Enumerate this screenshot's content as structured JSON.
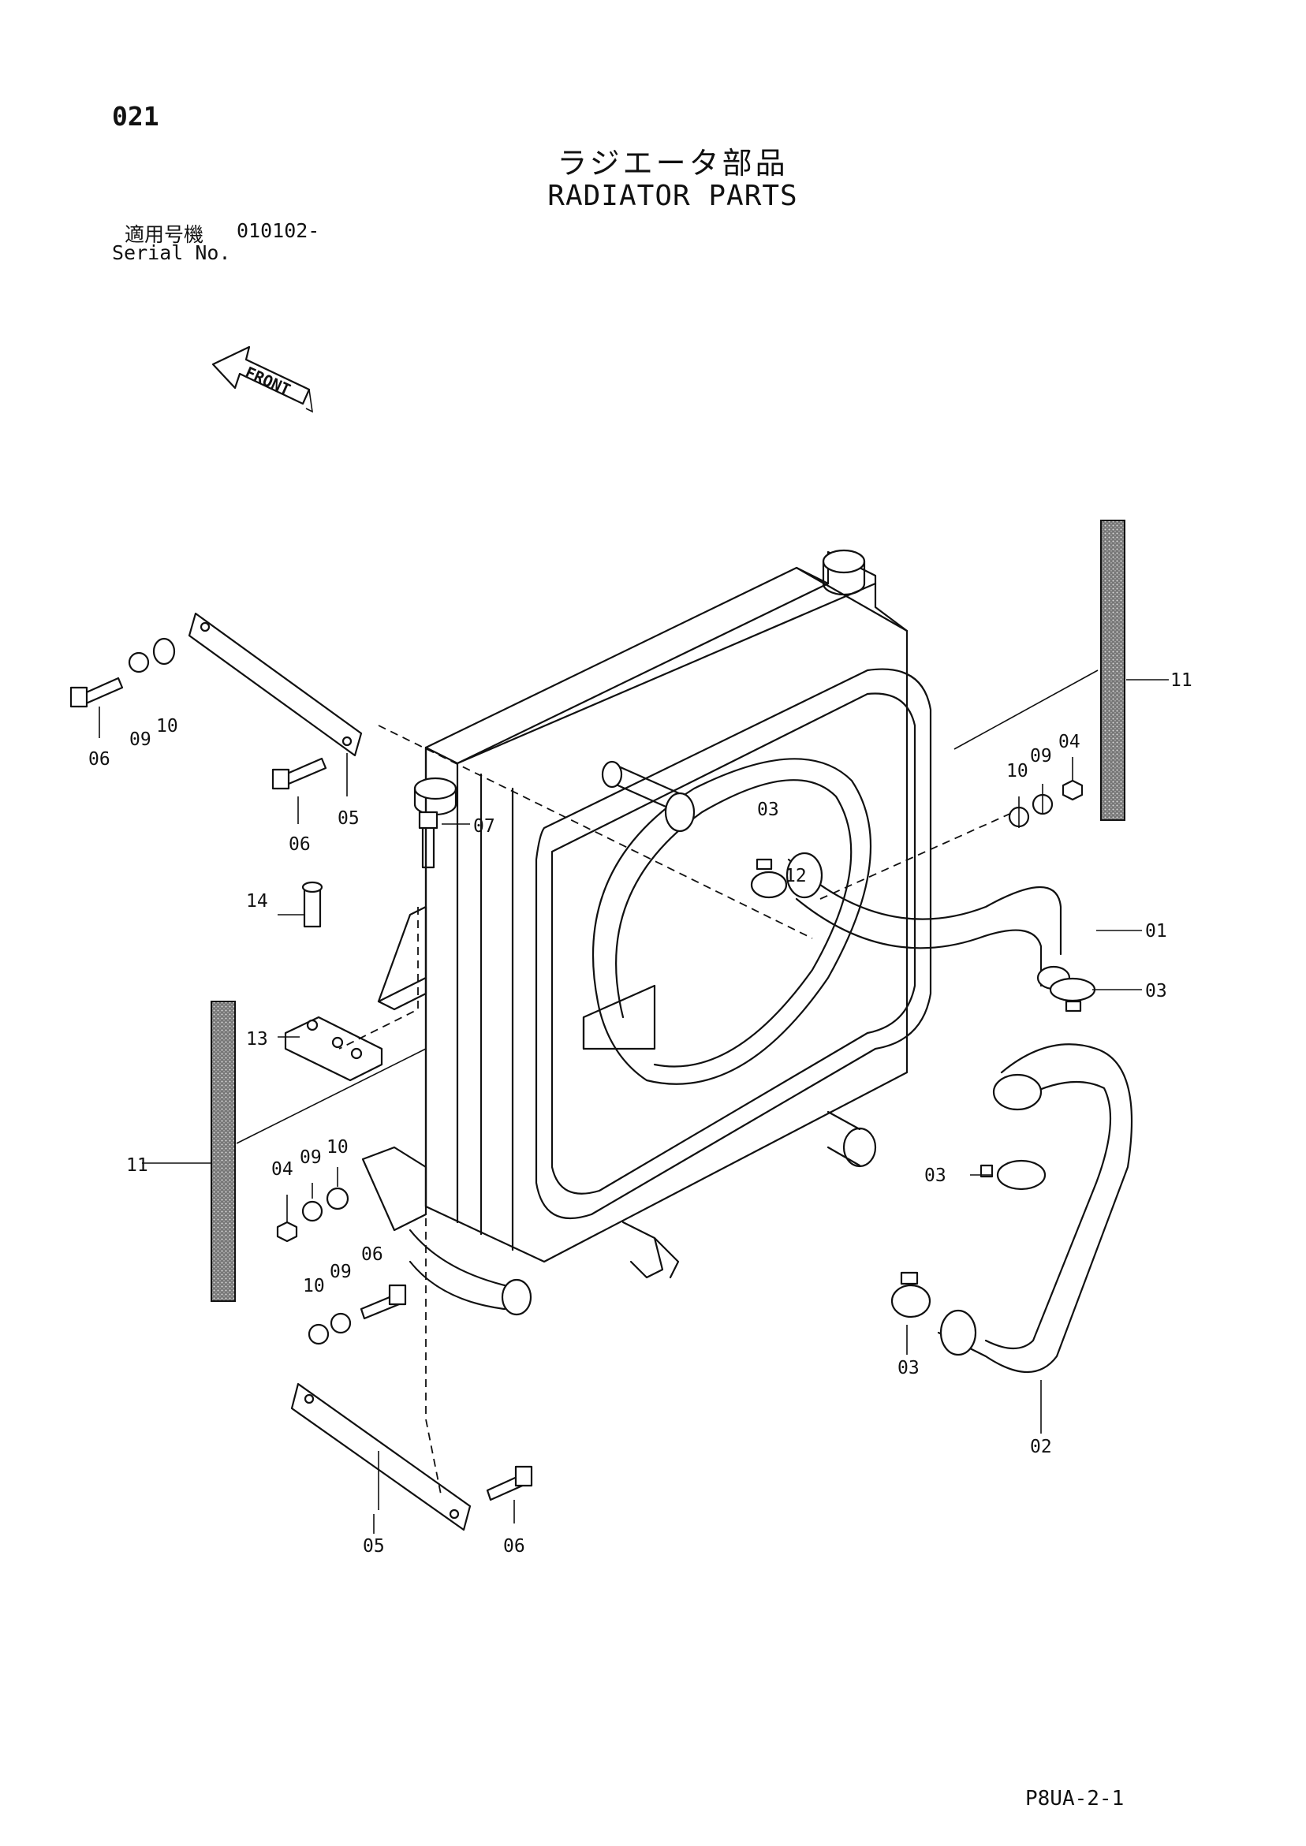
{
  "page_number": "021",
  "title_jp": "ラジエータ部品",
  "title_en": "RADIATOR PARTS",
  "serial": {
    "label_jp": "適用号機",
    "value": "010102-",
    "label_en": "Serial No."
  },
  "front_label": "FRONT",
  "parts": {
    "p01": "01",
    "p02": "02",
    "p03a": "03",
    "p03b": "03",
    "p03c": "03",
    "p03d": "03",
    "p04a": "04",
    "p04b": "04",
    "p05a": "05",
    "p05b": "05",
    "p06a": "06",
    "p06b": "06",
    "p06c": "06",
    "p06d": "06",
    "p07": "07",
    "p09a": "09",
    "p09b": "09",
    "p09c": "09",
    "p09d": "09",
    "p10a": "10",
    "p10b": "10",
    "p10c": "10",
    "p10d": "10",
    "p11a": "11",
    "p11b": "11",
    "p12": "12",
    "p13": "13",
    "p14": "14"
  },
  "footer_code": "P8UA-2-1"
}
